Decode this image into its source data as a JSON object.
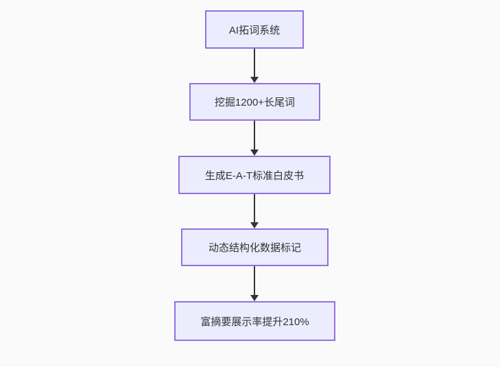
{
  "diagram": {
    "type": "flowchart",
    "direction": "top-down",
    "nodes": [
      {
        "id": "node-1",
        "label": "AI拓词系统"
      },
      {
        "id": "node-2",
        "label": "挖掘1200+长尾词"
      },
      {
        "id": "node-3",
        "label": "生成E-A-T标准白皮书"
      },
      {
        "id": "node-4",
        "label": "动态结构化数据标记"
      },
      {
        "id": "node-5",
        "label": "富摘要展示率提升210%"
      }
    ],
    "edges": [
      {
        "from": "node-1",
        "to": "node-2",
        "style": "arrow-down"
      },
      {
        "from": "node-2",
        "to": "node-3",
        "style": "arrow-down"
      },
      {
        "from": "node-3",
        "to": "node-4",
        "style": "arrow-down"
      },
      {
        "from": "node-4",
        "to": "node-5",
        "style": "arrow-down"
      }
    ]
  },
  "colors": {
    "background": "#fafafa",
    "node_fill": "#ECECFF",
    "node_border": "#9370DB",
    "arrow": "#333333",
    "text": "#333333"
  }
}
